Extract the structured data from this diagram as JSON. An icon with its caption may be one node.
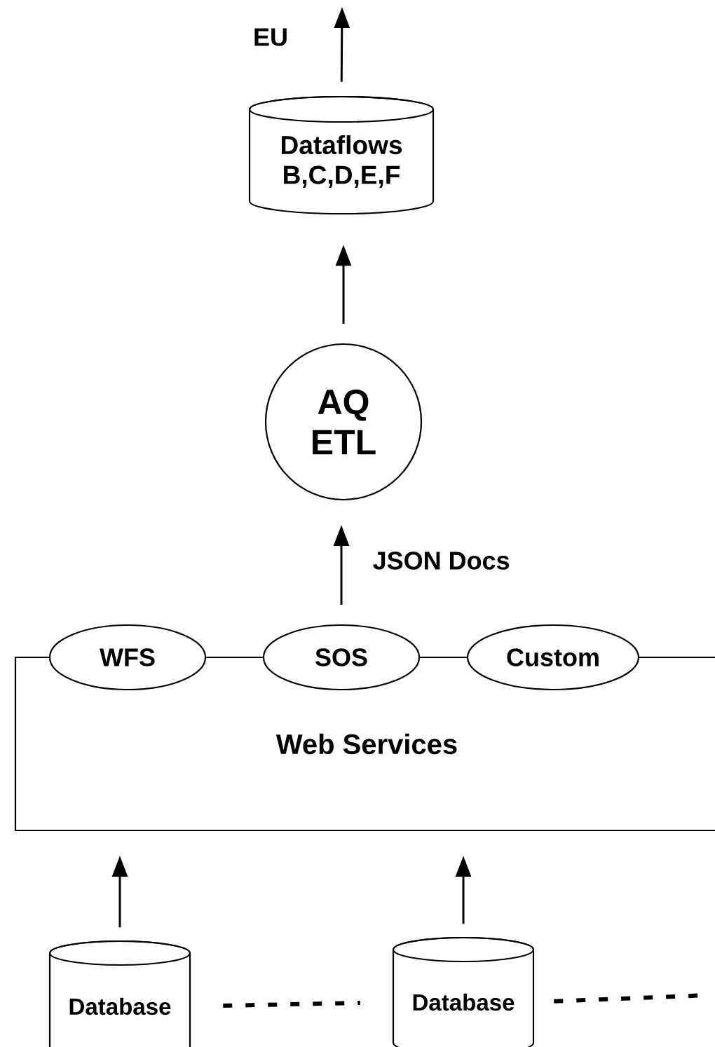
{
  "diagram": {
    "nodes": [
      {
        "text": [
          "Dataflows B,C,D,E,F"
        ]
      },
      {
        "text": [
          "AQ ETL"
        ]
      },
      {
        "text": [
          "Web Services"
        ]
      },
      {
        "text": [
          "WFS"
        ]
      },
      {
        "text": [
          "SOS"
        ]
      },
      {
        "text": [
          "Custom"
        ]
      },
      {
        "text": [
          "Database"
        ]
      },
      {
        "text": [
          "Database"
        ]
      }
    ],
    "edges": [
      {
        "from": 0,
        "to": null,
        "arrow": "to",
        "label": "EU"
      },
      {
        "from": 1,
        "to": 0,
        "arrow": "to"
      },
      {
        "from": 4,
        "to": 1,
        "arrow": "to",
        "label": "JSON Docs"
      },
      {
        "from": 6,
        "to": 2,
        "arrow": "to"
      },
      {
        "from": 7,
        "to": 2,
        "arrow": "to"
      },
      {
        "from": 6,
        "to": 7,
        "arrow": "none",
        "style": "dashed"
      },
      {
        "from": 7,
        "to": null,
        "arrow": "none",
        "style": "dashed"
      }
    ]
  }
}
